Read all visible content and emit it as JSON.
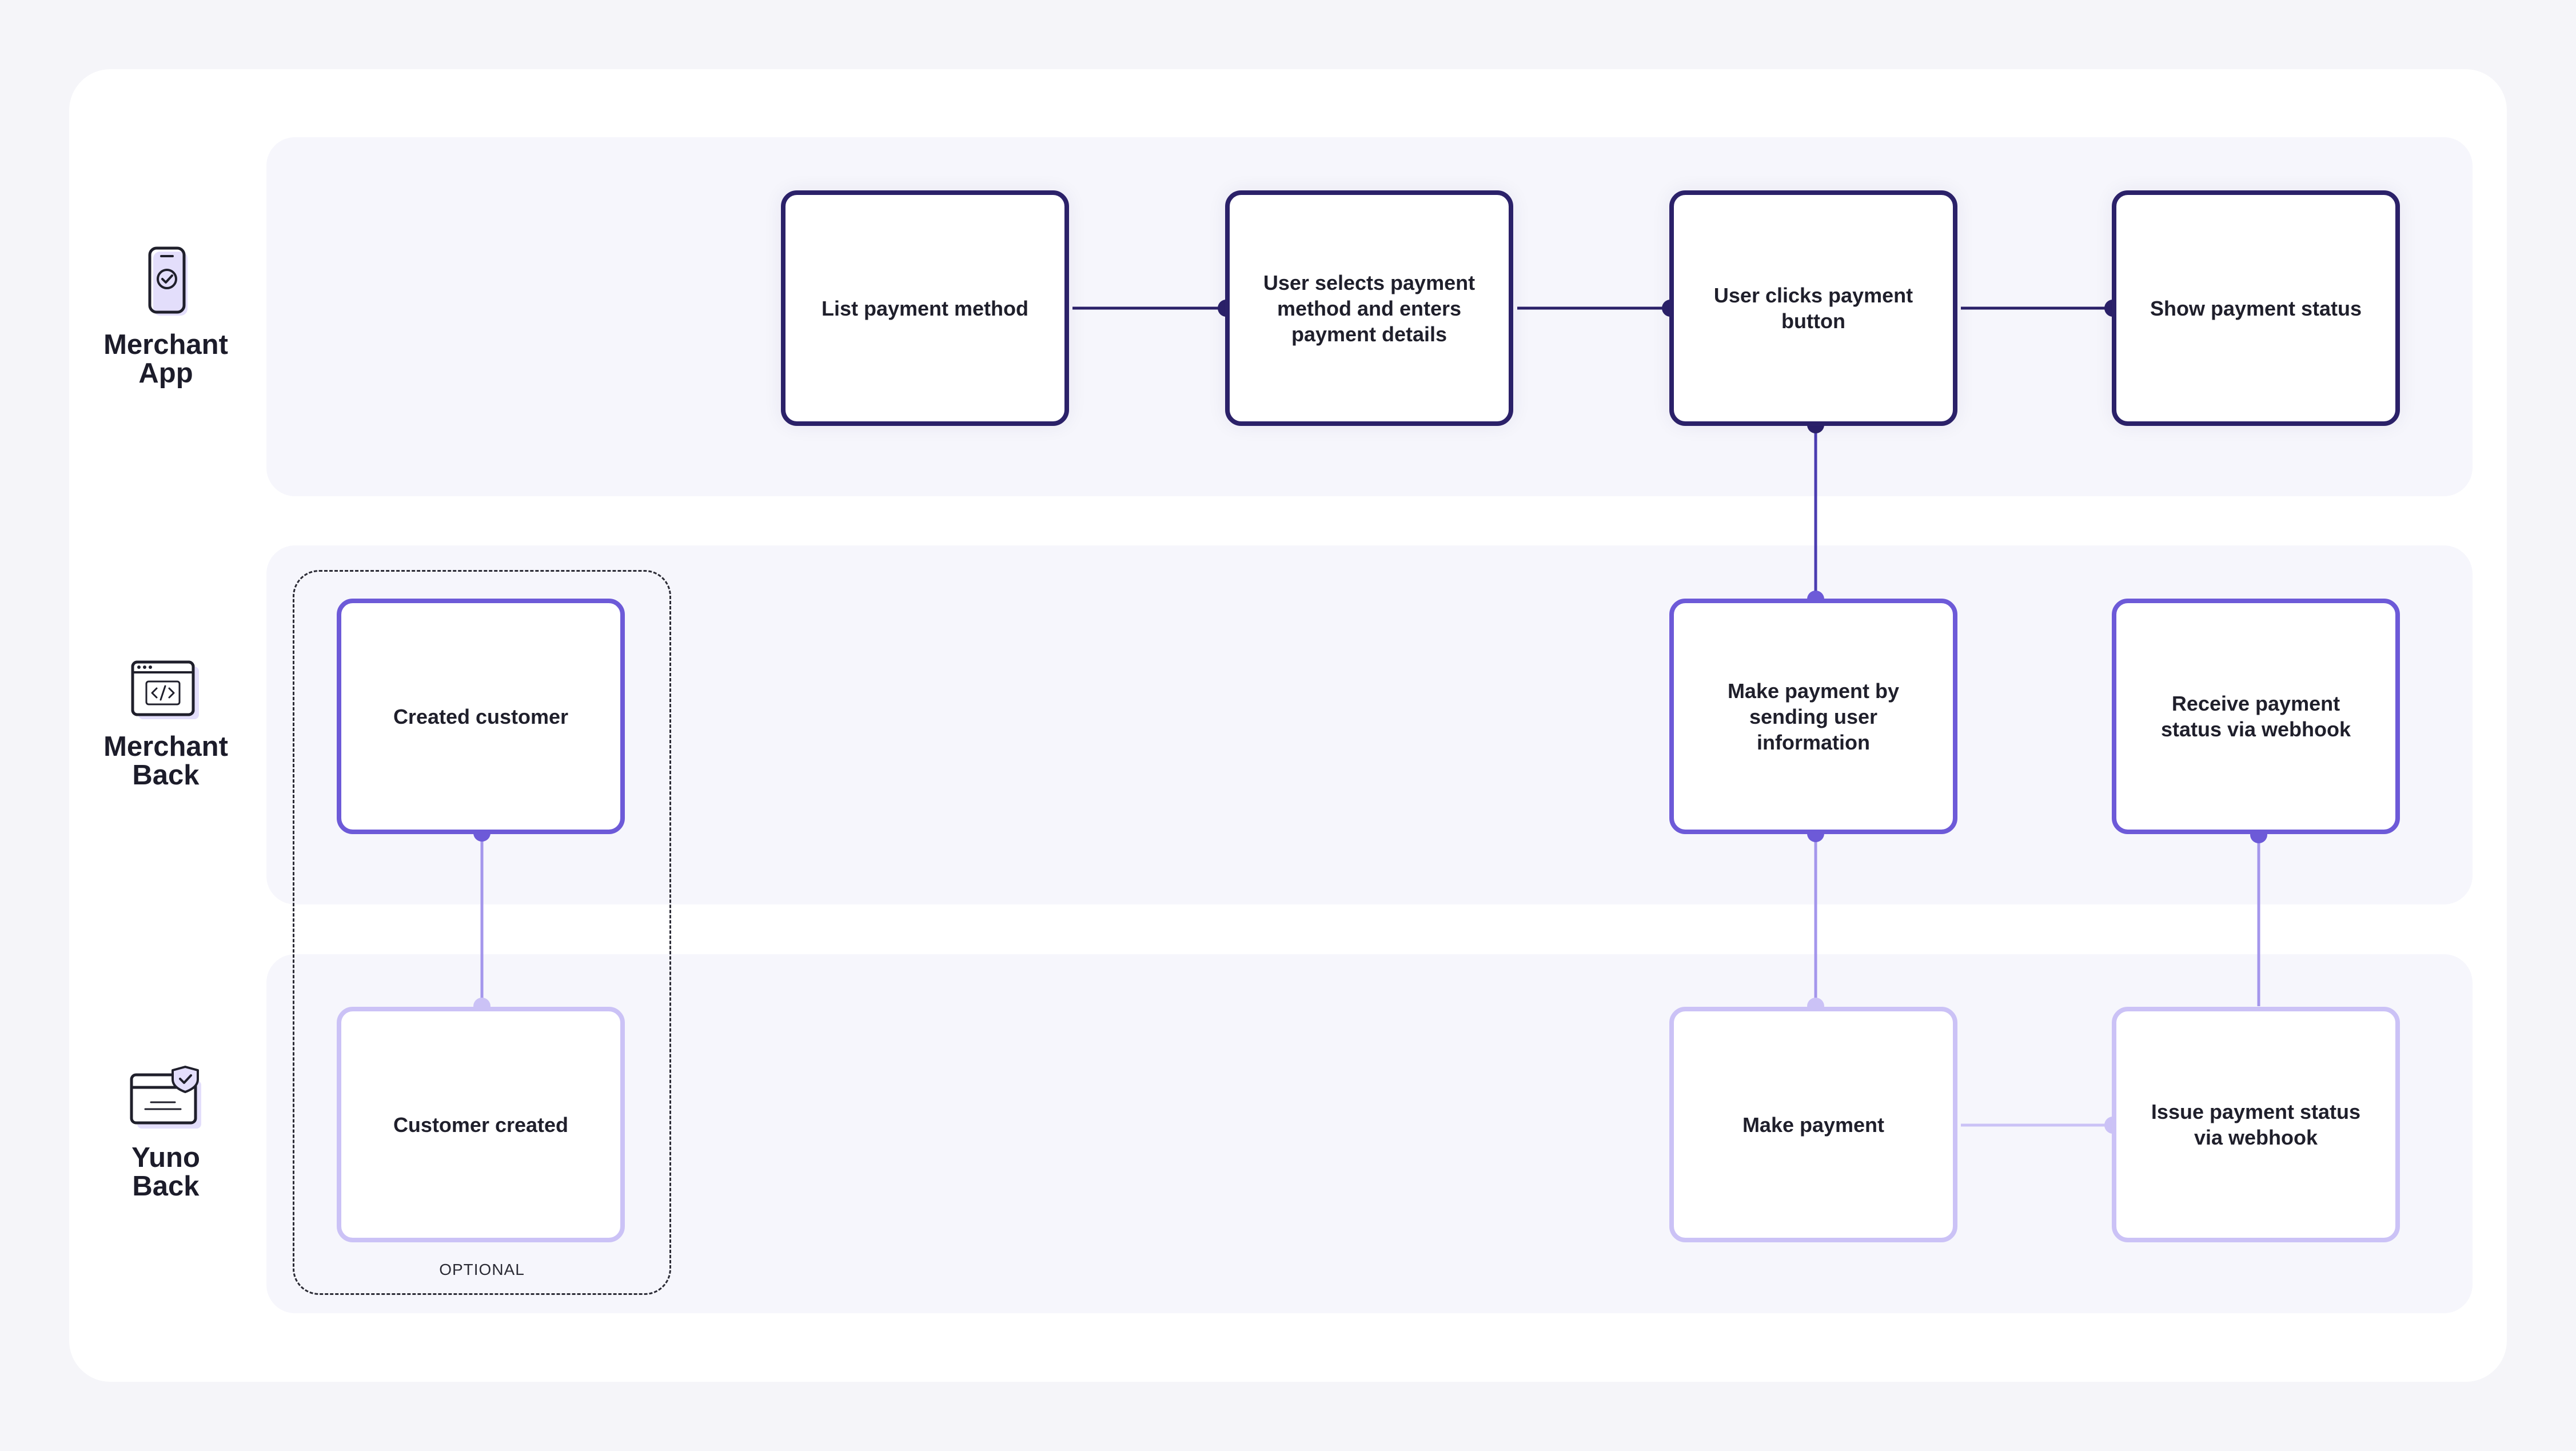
{
  "lanes": [
    {
      "label_line1": "Merchant",
      "label_line2": "App",
      "icon": "mobile-phone-icon"
    },
    {
      "label_line1": "Merchant",
      "label_line2": "Back",
      "icon": "code-window-icon"
    },
    {
      "label_line1": "Yuno",
      "label_line2": "Back",
      "icon": "card-shield-icon"
    }
  ],
  "nodes": {
    "list_payment_method": "List payment method",
    "user_selects_payment": "User selects payment method and enters payment details",
    "user_clicks_payment": "User clicks payment button",
    "show_payment_status": "Show payment status",
    "created_customer": "Created customer",
    "make_payment_sending": "Make payment by sending user information",
    "receive_payment_status": "Receive payment status via webhook",
    "customer_created": "Customer created",
    "make_payment": "Make payment",
    "issue_payment_status": "Issue payment status via webhook"
  },
  "optional_label": "OPTIONAL",
  "colors": {
    "dark": "#2b2169",
    "mid": "#6d5ad8",
    "light": "#cbc2f6",
    "lane_bg": "#f6f6fc",
    "page_bg": "#f5f5f9"
  }
}
